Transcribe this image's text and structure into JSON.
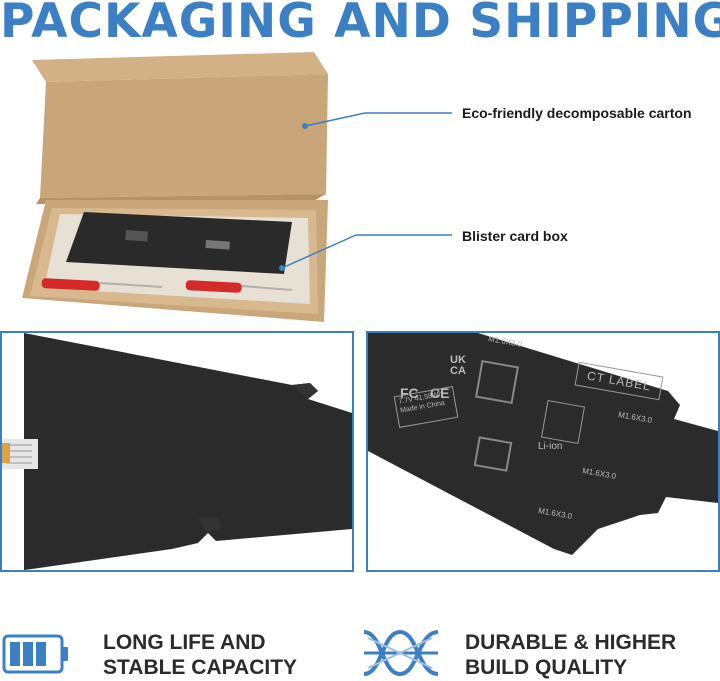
{
  "heading": "PACKAGING AND SHIPPING",
  "callouts": {
    "carton": "Eco-friendly decomposable carton",
    "blister": "Blister card box"
  },
  "battery_label": {
    "ct_label": "CT LABEL",
    "screw_1": "M1.6X3.0",
    "screw_2": "M1.6X3.0",
    "screw_3": "M1.6X3.0",
    "screw_4": "M1.6X3.0",
    "marks": [
      "UK CA",
      "FC",
      "CE",
      "Li-ion"
    ],
    "rating": "7.7V  41.58Wh",
    "origin": "Made in China"
  },
  "features": [
    {
      "line1": "LONG LIFE AND",
      "line2": "STABLE CAPACITY",
      "icon": "battery-icon"
    },
    {
      "line1": "DURABLE & HIGHER",
      "line2": "BUILD QUALITY",
      "icon": "wire-mesh-icon"
    }
  ],
  "colors": {
    "accent": "#3b7fc4",
    "carton": "#c9a57a",
    "battery": "#2a2a2a",
    "screwdriver": "#d42a2a"
  }
}
